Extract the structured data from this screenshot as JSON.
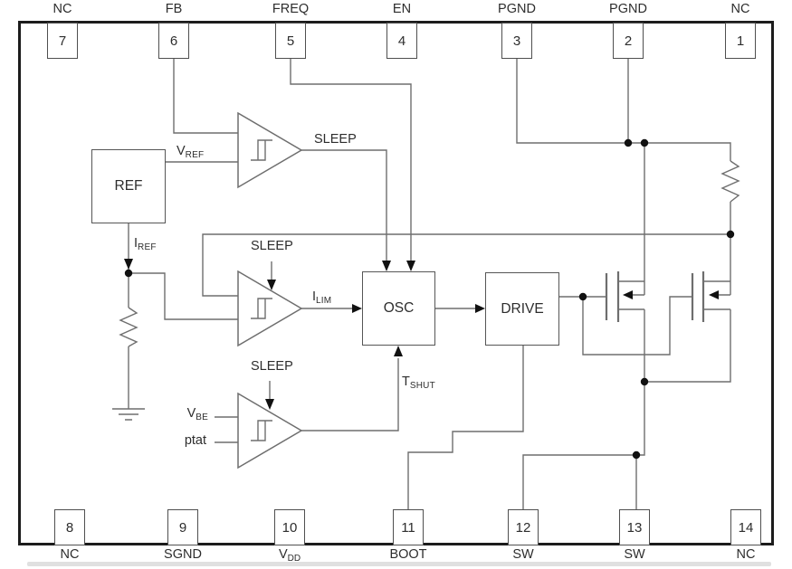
{
  "diagram": {
    "type": "ic-functional-block-diagram",
    "blocks": {
      "ref": "REF",
      "osc": "OSC",
      "drive": "DRIVE"
    },
    "pins": {
      "top": [
        {
          "number": "7",
          "name": "NC"
        },
        {
          "number": "6",
          "name": "FB"
        },
        {
          "number": "5",
          "name": "FREQ"
        },
        {
          "number": "4",
          "name": "EN"
        },
        {
          "number": "3",
          "name": "PGND"
        },
        {
          "number": "2",
          "name": "PGND"
        },
        {
          "number": "1",
          "name": "NC"
        }
      ],
      "bottom": [
        {
          "number": "8",
          "name": "NC"
        },
        {
          "number": "9",
          "name": "SGND"
        },
        {
          "number": "10",
          "name": {
            "main": "V",
            "sub": "DD"
          }
        },
        {
          "number": "11",
          "name": "BOOT"
        },
        {
          "number": "12",
          "name": "SW"
        },
        {
          "number": "13",
          "name": "SW"
        },
        {
          "number": "14",
          "name": "NC"
        }
      ]
    },
    "signals": {
      "vref": {
        "main": "V",
        "sub": "REF"
      },
      "iref": {
        "main": "I",
        "sub": "REF"
      },
      "ilim": {
        "main": "I",
        "sub": "LIM"
      },
      "tshut": {
        "main": "T",
        "sub": "SHUT"
      },
      "vbe": {
        "main": "V",
        "sub": "BE"
      },
      "ptat": "ptat",
      "sleep_comp1_out": "SLEEP",
      "sleep_comp2_in": "SLEEP",
      "sleep_comp3_in": "SLEEP"
    },
    "colors": {
      "background": "#ffffff",
      "wire": "#6e6e6e",
      "chip_border": "#1c1c1c",
      "text": "#2d2d2d",
      "node_dot": "#111111"
    }
  }
}
